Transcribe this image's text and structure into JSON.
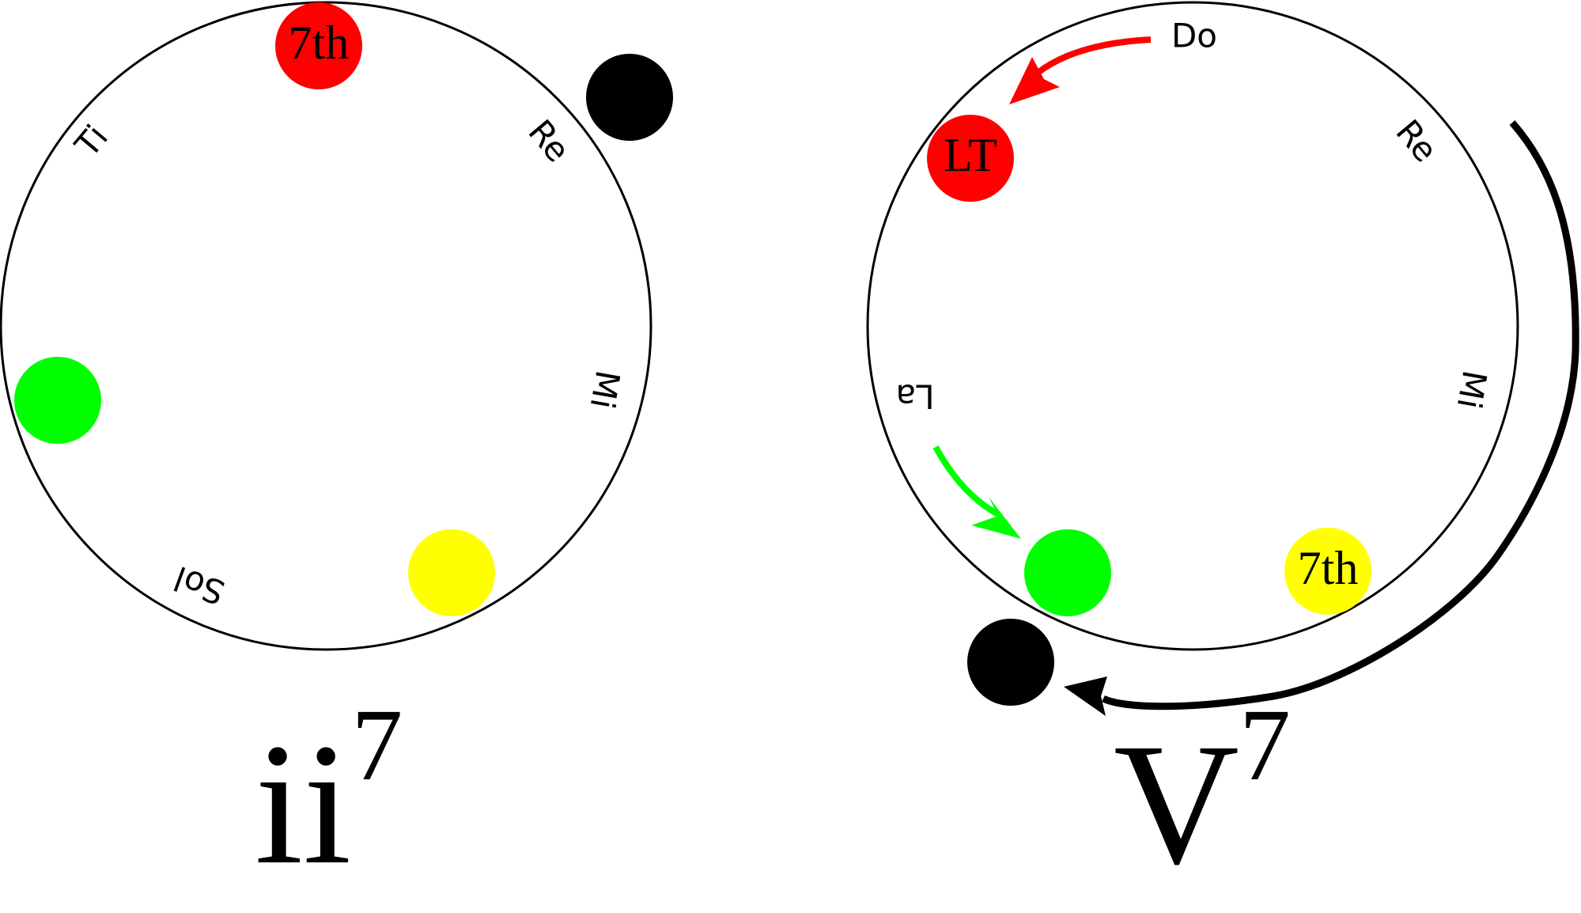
{
  "colors": {
    "red": "#ff0000",
    "green": "#00ff00",
    "yellow": "#ffff00",
    "black": "#000000",
    "outline": "#000000"
  },
  "left": {
    "chord": {
      "base": "ii",
      "sup": "7"
    },
    "syllables": [
      "Ti",
      "Re",
      "Mi",
      "Sol"
    ],
    "dots": {
      "red_label": "7th",
      "yellow_label": "",
      "green_label": "",
      "black_label": ""
    }
  },
  "right": {
    "chord": {
      "base": "V",
      "sup": "7"
    },
    "syllables": [
      "Do",
      "Re",
      "Mi",
      "La"
    ],
    "dots": {
      "red_label": "LT",
      "yellow_label": "7th",
      "green_label": "",
      "black_label": ""
    },
    "arrows": [
      "red-arrow",
      "green-arrow",
      "black-arrow"
    ]
  }
}
